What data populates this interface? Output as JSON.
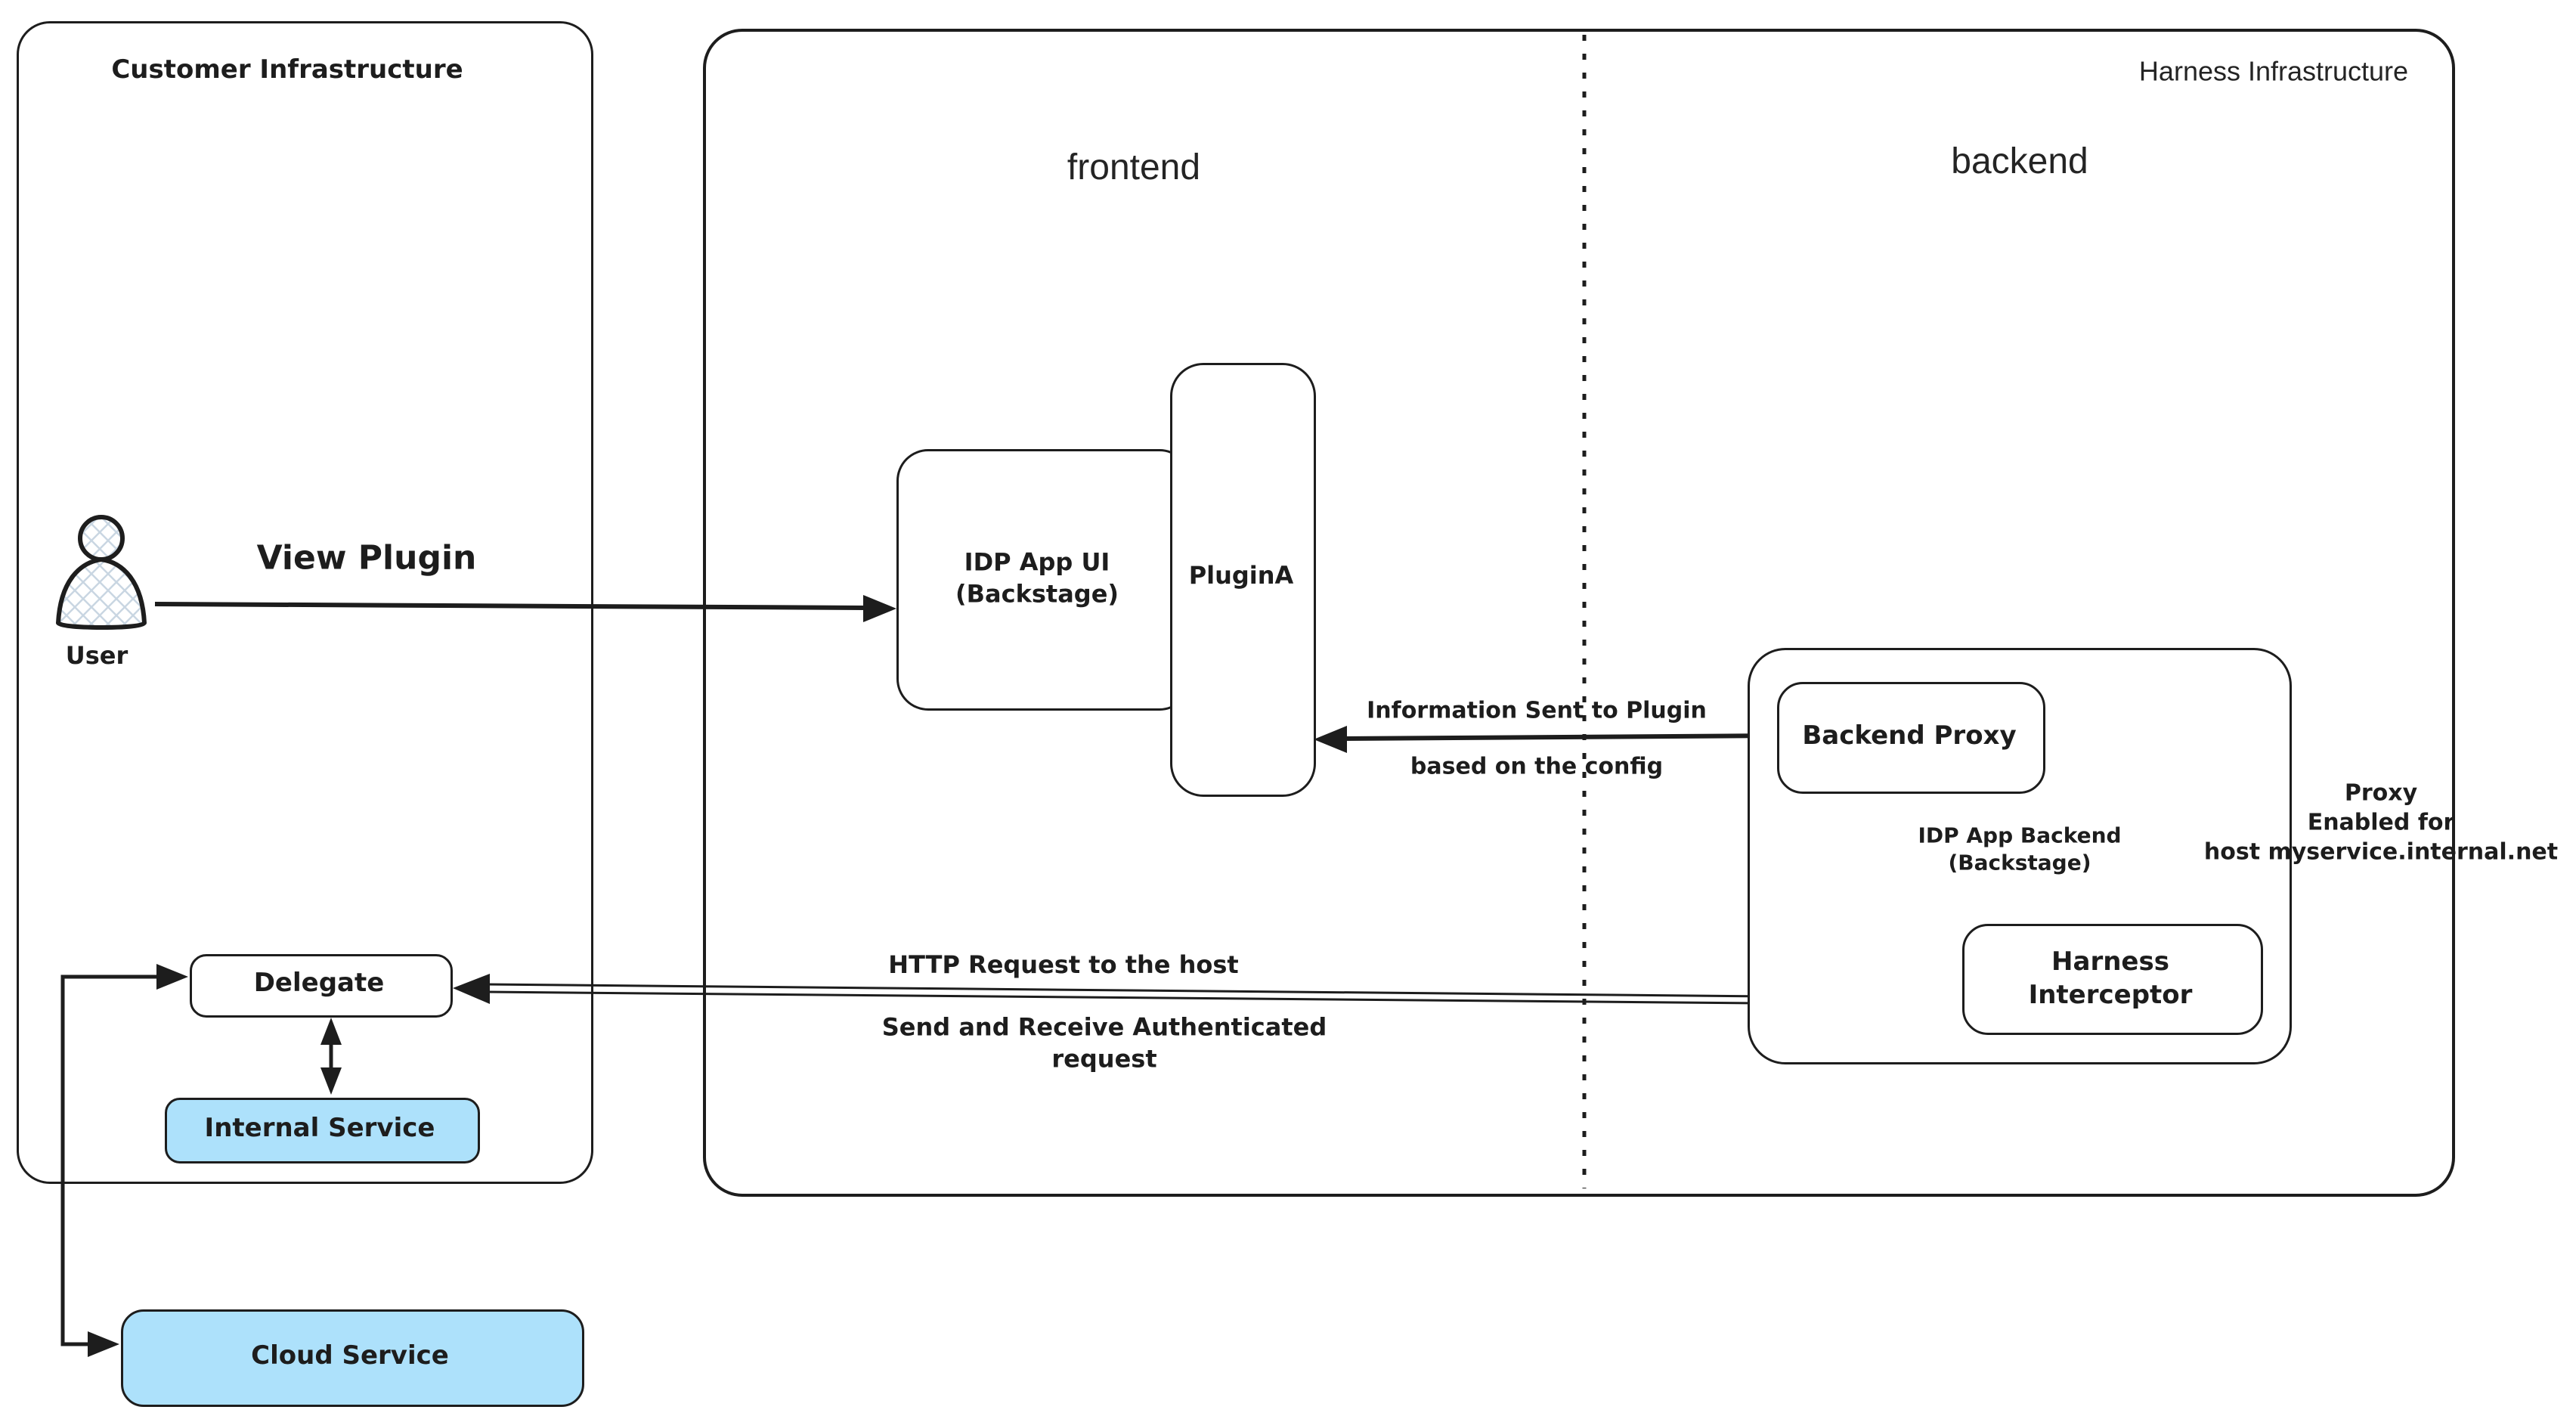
{
  "containers": {
    "customer": {
      "title": "Customer Infrastructure"
    },
    "harness": {
      "title": "Harness Infrastructure",
      "frontend_label": "frontend",
      "backend_label": "backend"
    },
    "idp_app_backend": {
      "line1": "IDP App Backend",
      "line2": "(Backstage)"
    }
  },
  "nodes": {
    "user": {
      "label": "User"
    },
    "idp_app_ui": {
      "line1": "IDP App UI",
      "line2": "(Backstage)"
    },
    "plugin_a": {
      "label": "PluginA"
    },
    "backend_proxy": {
      "label": "Backend Proxy"
    },
    "harness_interceptor": {
      "line1": "Harness",
      "line2": "Interceptor"
    },
    "delegate": {
      "label": "Delegate"
    },
    "internal_service": {
      "label": "Internal Service"
    },
    "cloud_service": {
      "label": "Cloud Service"
    }
  },
  "edges": {
    "view_plugin": {
      "label": "View Plugin"
    },
    "info_sent": {
      "line1": "Information Sent to Plugin",
      "line2": "based on the config"
    },
    "http_request": {
      "line1": "HTTP Request to the host",
      "line2": "Send and Receive Authenticated",
      "line3": "request"
    },
    "proxy_note": {
      "line1": "Proxy",
      "line2": "Enabled for",
      "line3": "host myservice.internal.net"
    }
  },
  "colors": {
    "accent_blue": "#ade1fb",
    "ink": "#1d1d1d"
  }
}
